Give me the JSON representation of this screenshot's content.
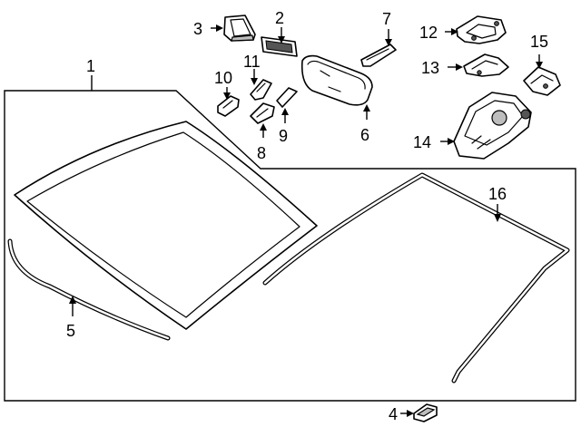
{
  "callouts": {
    "c1": "1",
    "c2": "2",
    "c3": "3",
    "c4": "4",
    "c5": "5",
    "c6": "6",
    "c7": "7",
    "c8": "8",
    "c9": "9",
    "c10": "10",
    "c11": "11",
    "c12": "12",
    "c13": "13",
    "c14": "14",
    "c15": "15",
    "c16": "16"
  },
  "parts": [
    {
      "callout": "1",
      "icon": "windshield-glass-icon"
    },
    {
      "callout": "2",
      "icon": "mirror-mount-pad-icon"
    },
    {
      "callout": "3",
      "icon": "mirror-bracket-icon"
    },
    {
      "callout": "4",
      "icon": "lower-clip-icon"
    },
    {
      "callout": "5",
      "icon": "side-molding-icon"
    },
    {
      "callout": "6",
      "icon": "rearview-mirror-icon"
    },
    {
      "callout": "7",
      "icon": "mirror-cover-icon"
    },
    {
      "callout": "8",
      "icon": "clip-icon"
    },
    {
      "callout": "9",
      "icon": "bracket-icon"
    },
    {
      "callout": "10",
      "icon": "clip-icon"
    },
    {
      "callout": "11",
      "icon": "retainer-icon"
    },
    {
      "callout": "12",
      "icon": "sensor-bracket-icon"
    },
    {
      "callout": "13",
      "icon": "sensor-bracket-icon"
    },
    {
      "callout": "14",
      "icon": "sensor-cover-icon"
    },
    {
      "callout": "15",
      "icon": "sensor-mount-icon"
    },
    {
      "callout": "16",
      "icon": "upper-molding-icon"
    }
  ]
}
